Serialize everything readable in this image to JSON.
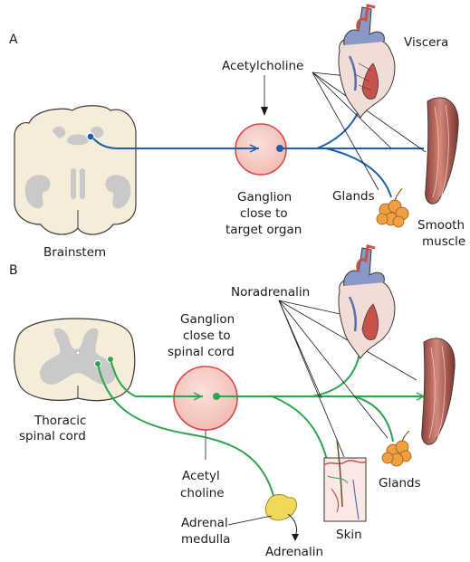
{
  "panels": {
    "a": {
      "letter": "A",
      "origin_label": "Brainstem",
      "transmitter_label": "Acetylcholine",
      "ganglion_label": [
        "Ganglion",
        "close to",
        "target organ"
      ],
      "targets": {
        "viscera": "Viscera",
        "glands": "Glands",
        "smooth_muscle": [
          "Smooth",
          "muscle"
        ]
      }
    },
    "b": {
      "letter": "B",
      "origin_label": [
        "Thoracic",
        "spinal cord"
      ],
      "transmitter_label": "Noradrenalin",
      "ganglion_label": [
        "Ganglion",
        "close to",
        "spinal cord"
      ],
      "preganglionic_label": [
        "Acetyl",
        "choline"
      ],
      "adrenal_label": [
        "Adrenal",
        "medulla"
      ],
      "adrenal_output": "Adrenalin",
      "targets": {
        "glands": "Glands",
        "skin": "Skin"
      }
    }
  },
  "colors": {
    "parasympathetic_fiber": "#1f5fa8",
    "sympathetic_fiber": "#2ea44f",
    "ganglion_fill": "#f6c9c3",
    "ganglion_stroke": "#d64a4a",
    "tissue_fill": "#f5ecd9",
    "gray_matter": "#c9c9c9",
    "muscle": "#b36a5e",
    "gland": "#f0a040",
    "heart_red": "#c8514a",
    "heart_blue": "#5a6fb0"
  }
}
